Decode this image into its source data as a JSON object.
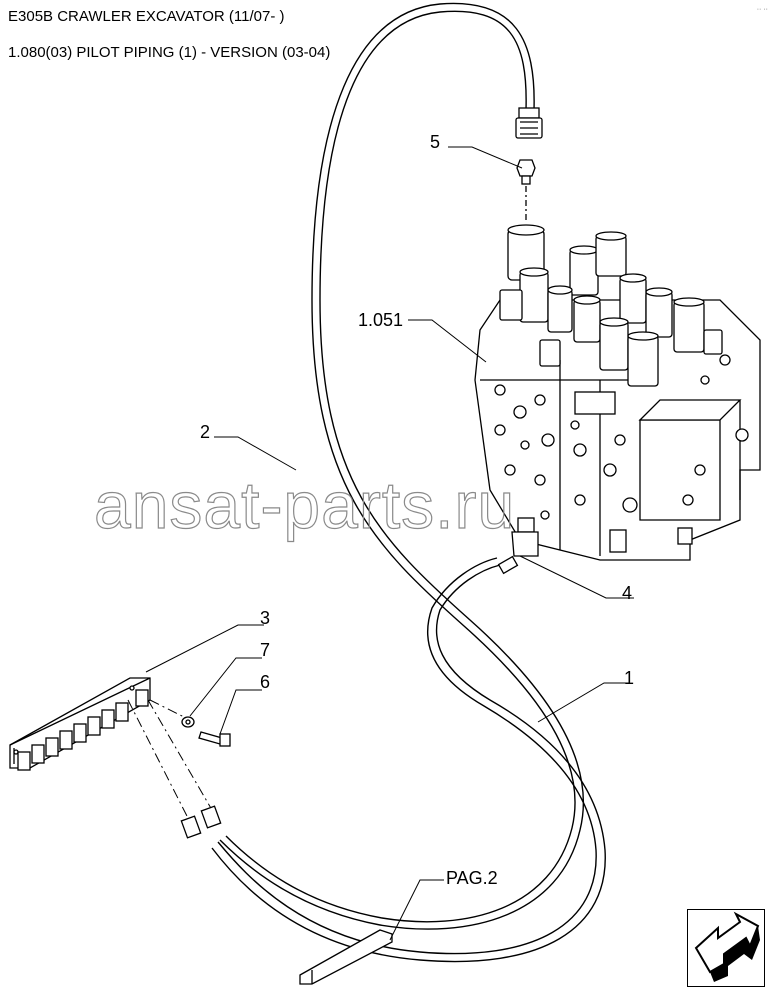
{
  "header": {
    "machine": "E305B CRAWLER EXCAVATOR (11/07- )",
    "section": "1.080(03) PILOT PIPING (1) - VERSION (03-04)",
    "corner_mark": "·· ··"
  },
  "watermark": "ansat-parts.ru",
  "callouts": {
    "c1": "1",
    "c2": "2",
    "c3": "3",
    "c4": "4",
    "c5": "5",
    "c6": "6",
    "c7": "7",
    "c1051": "1.051",
    "pag2": "PAG.2"
  },
  "icons": {
    "nav": "next-page-arrow-icon"
  }
}
